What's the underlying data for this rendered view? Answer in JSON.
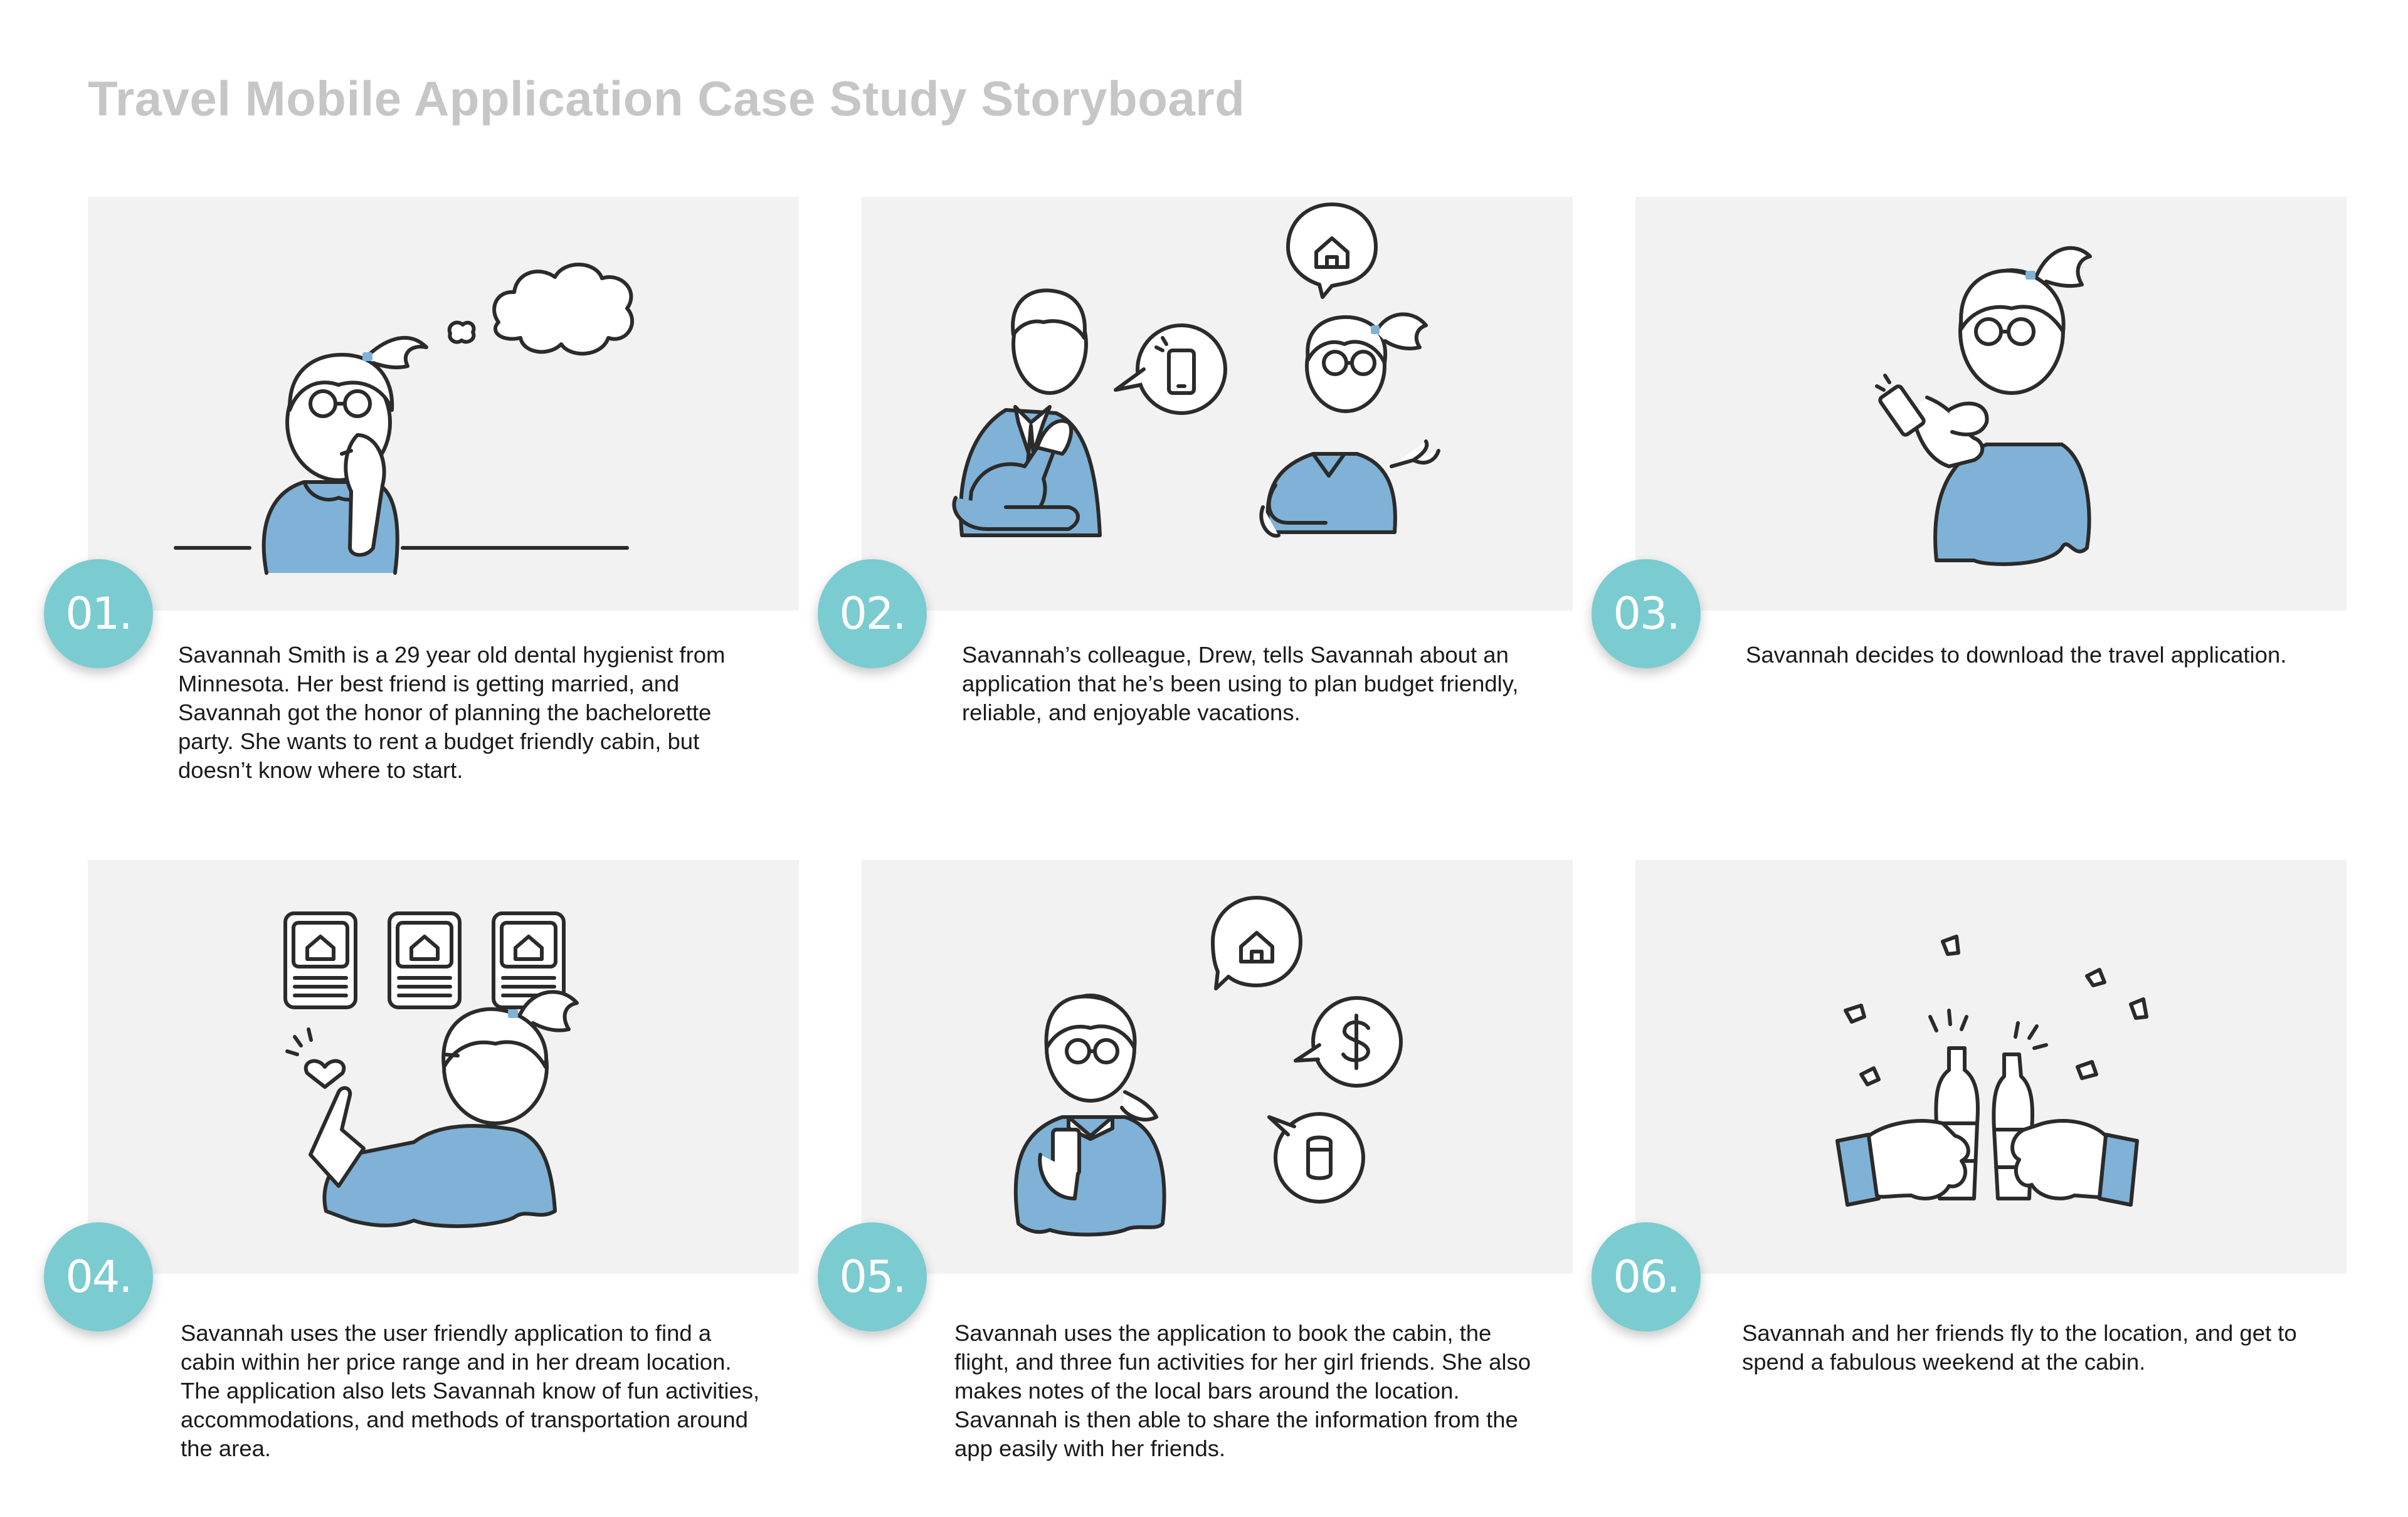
{
  "title": "Travel Mobile Application Case Study Storyboard",
  "colors": {
    "accent": "#7accd0",
    "illustration_blue": "#7fb2d6",
    "panel_bg": "#f2f2f2",
    "title_gray": "#c6c6c6"
  },
  "frames": [
    {
      "number": "01.",
      "caption": "Savannah Smith is a 29 year old dental hygienist from Minnesota. Her best friend is getting married, and Savannah got the honor of planning the bachelorette party. She wants to rent a budget friendly cabin, but doesn’t know where to start."
    },
    {
      "number": "02.",
      "caption": "Savannah’s colleague, Drew, tells Savannah about an application that he’s been using to plan budget friendly, reliable, and enjoyable vacations."
    },
    {
      "number": "03.",
      "caption": "Savannah decides to download the travel application."
    },
    {
      "number": "04.",
      "caption": "Savannah uses the user friendly application to find a cabin within her price range and in her dream location. The application also lets Savannah know of fun activities, accommodations, and methods of transportation around the area."
    },
    {
      "number": "05.",
      "caption": "Savannah uses the application to book the cabin, the flight, and three fun activities for her girl friends. She also makes notes of the local bars around the location. Savannah is then able to share the information from the app easily with her friends."
    },
    {
      "number": "06.",
      "caption": "Savannah and her friends fly to the location, and get to spend a fabulous weekend at the cabin."
    }
  ],
  "icons": {
    "frame1": [
      "thought-bubble-icon",
      "woman-thinking-illustration"
    ],
    "frame2": [
      "house-icon",
      "smartphone-icon",
      "man-illustration",
      "woman-illustration"
    ],
    "frame3": [
      "smartphone-icon",
      "woman-illustration"
    ],
    "frame4": [
      "listing-card-icon",
      "house-icon",
      "heart-icon",
      "woman-illustration"
    ],
    "frame5": [
      "house-icon",
      "dollar-icon",
      "cylinder-icon",
      "woman-illustration"
    ],
    "frame6": [
      "bottle-icon",
      "confetti-icon",
      "hands-illustration"
    ]
  }
}
